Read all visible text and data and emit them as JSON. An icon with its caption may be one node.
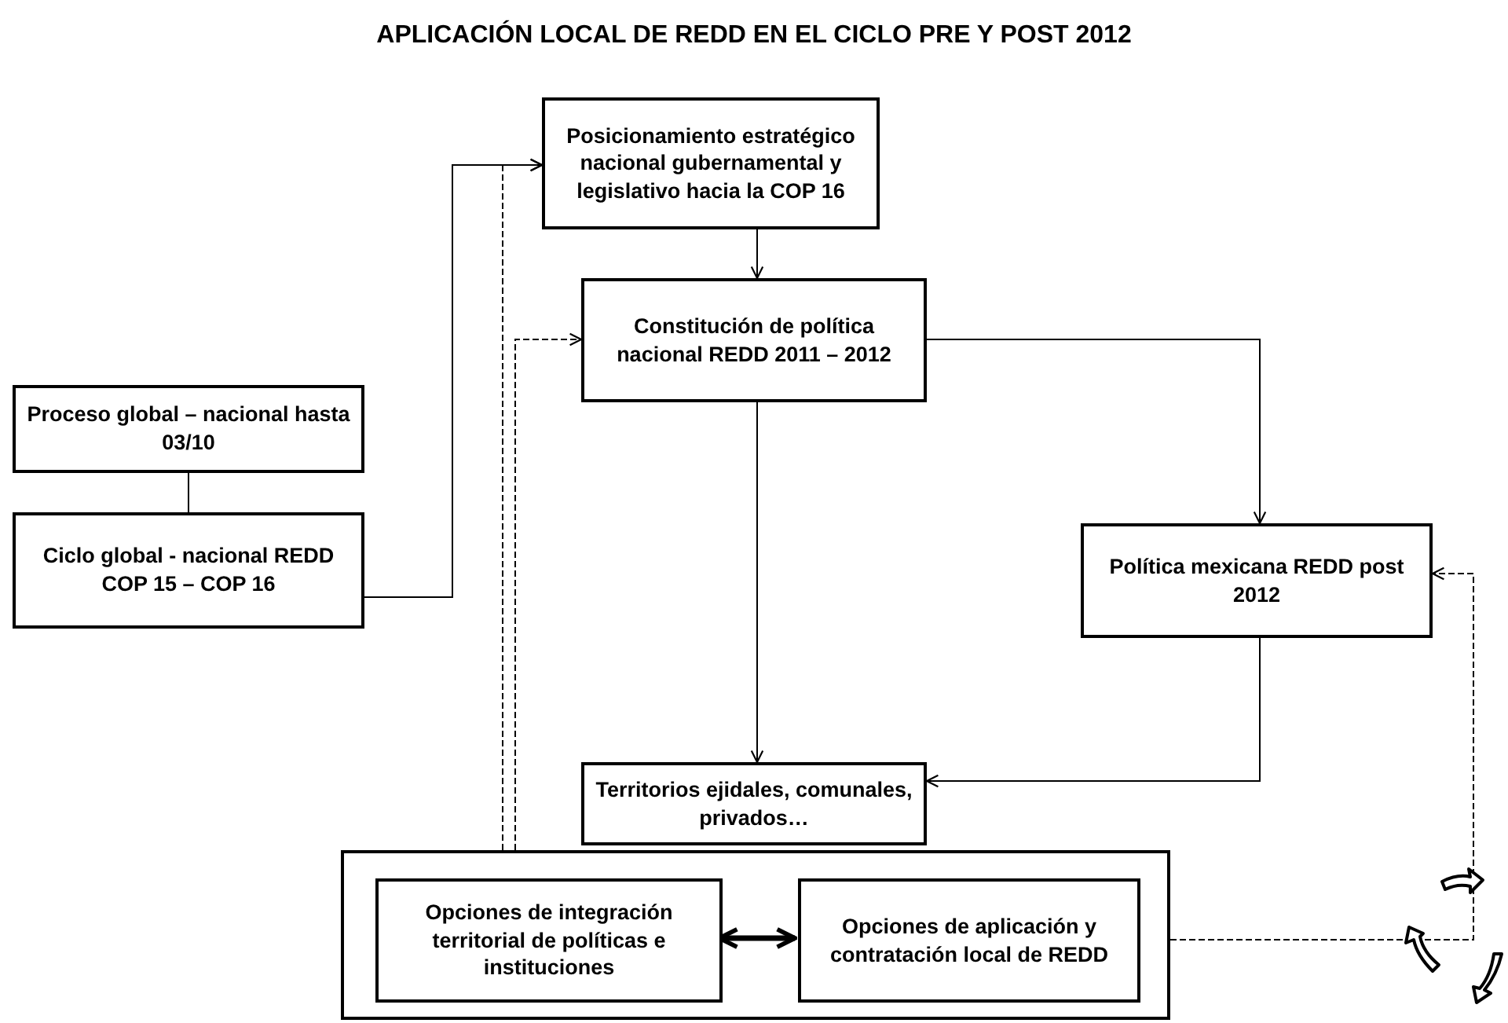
{
  "diagram": {
    "title": "APLICACIÓN LOCAL DE REDD EN EL CICLO PRE Y POST 2012",
    "nodes": [
      {
        "text": [
          "Posicionamiento estratégico nacional gubernamental y legislativo hacia la COP 16"
        ]
      },
      {
        "text": [
          "Constitución de política nacional REDD  2011 – 2012"
        ]
      },
      {
        "text": [
          "Proceso global – nacional hasta 03/10"
        ]
      },
      {
        "text": [
          "Ciclo global - nacional REDD COP 15 – COP 16"
        ]
      },
      {
        "text": [
          "Política mexicana REDD post 2012"
        ]
      },
      {
        "text": [
          "Territorios ejidales, comunales, privados…"
        ]
      },
      {
        "text": [],
        "shape": "box"
      },
      {
        "text": [
          "Opciones de integración territorial de políticas e instituciones"
        ],
        "in": 6
      },
      {
        "text": [
          "Opciones de aplicación y contratación local de REDD"
        ],
        "in": 6
      }
    ],
    "edges": [
      {
        "from": 2,
        "to": 3,
        "arrow": "none"
      },
      {
        "from": 3,
        "to": 0,
        "arrow": "to"
      },
      {
        "from": 6,
        "to": 0,
        "arrow": "to",
        "style": "dashed"
      },
      {
        "from": 6,
        "to": 1,
        "arrow": "to",
        "style": "dashed"
      },
      {
        "from": 0,
        "to": 1,
        "arrow": "to"
      },
      {
        "from": 1,
        "to": 4,
        "arrow": "to"
      },
      {
        "from": 1,
        "to": 5,
        "arrow": "to"
      },
      {
        "from": 4,
        "to": 5,
        "arrow": "to"
      },
      {
        "from": 7,
        "to": 8,
        "arrow": "both",
        "style": "thick"
      },
      {
        "from": 6,
        "to": 4,
        "arrow": "to",
        "style": "dashed"
      }
    ]
  }
}
